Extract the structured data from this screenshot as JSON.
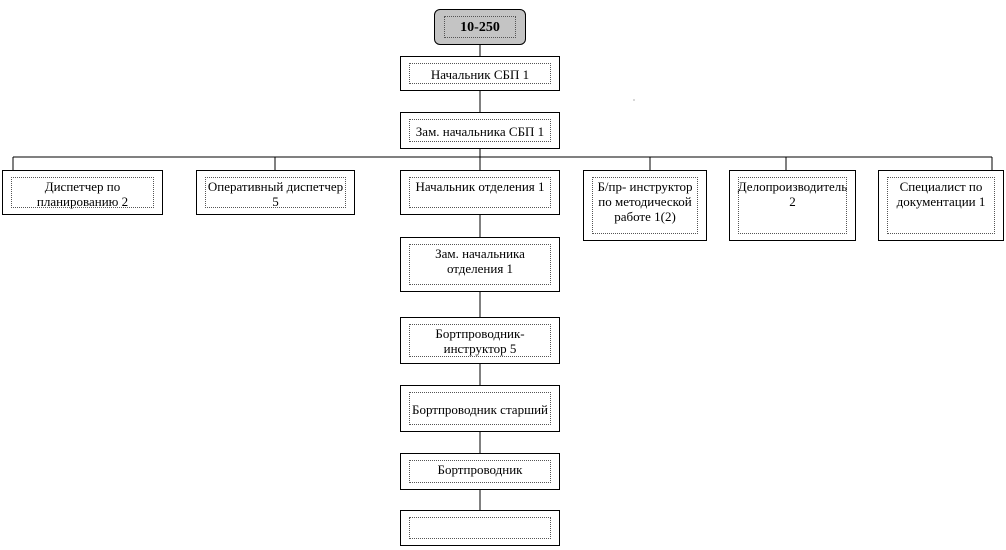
{
  "diagram": {
    "code": "10-250",
    "head": "Начальник СБП 1",
    "deputy": "Зам. начальника СБП 1",
    "branches": [
      "Диспетчер по планированию 2",
      "Оперативный диспетчер 5",
      "Начальник отделения 1",
      "Б/пр- инструктор по методической работе 1(2)",
      "Делопроизводитель 2",
      "Специалист по документации 1"
    ],
    "chain": [
      "Зам. начальника отделения 1",
      "Бортпроводник-инструктор 5",
      "Бортпроводник старший",
      "Бортпроводник",
      ""
    ]
  }
}
